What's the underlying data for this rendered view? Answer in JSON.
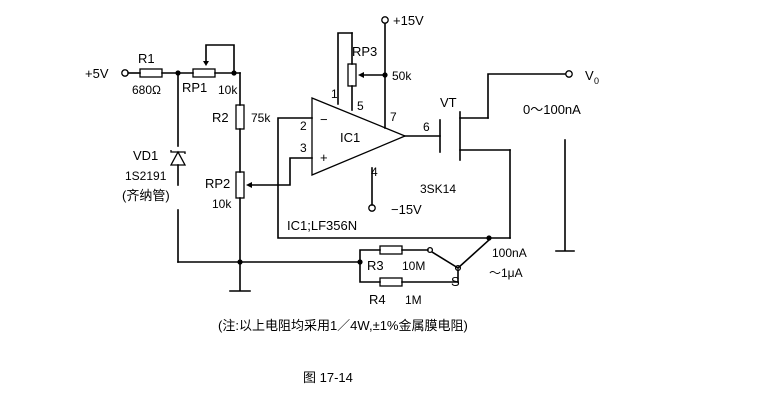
{
  "labels": {
    "vplus5": "+5V",
    "r1": "R1",
    "r1_val": "680Ω",
    "rp1": "RP1",
    "rp1_val": "10k",
    "rp3": "RP3",
    "rp3_val": "50k",
    "vplus15": "+15V",
    "vminus15": "−15V",
    "r2": "R2",
    "r2_val": "75k",
    "vd1": "VD1",
    "vd1_part": "1S2191",
    "vd1_note": "(齐纳管)",
    "rp2": "RP2",
    "rp2_val": "10k",
    "ic1": "IC1",
    "ic1_type": "IC1;LF356N",
    "pin1": "1",
    "pin2": "2",
    "pin3": "3",
    "pin4": "4",
    "pin5": "5",
    "pin6": "6",
    "pin7": "7",
    "minus_sign": "−",
    "plus_sign": "+",
    "vt": "VT",
    "vt_part": "3SK14",
    "vo": "V",
    "vo_sub": "0",
    "out_range": "0～100nA",
    "r3": "R3",
    "r3_val": "10M",
    "r4": "R4",
    "r4_val": "1M",
    "switch": "S",
    "range_100na": "100nA",
    "range_1ua": "～1μA",
    "note": "(注:以上电阻均采用1／4W,±1%金属膜电阻)",
    "caption": "图 17-14"
  }
}
